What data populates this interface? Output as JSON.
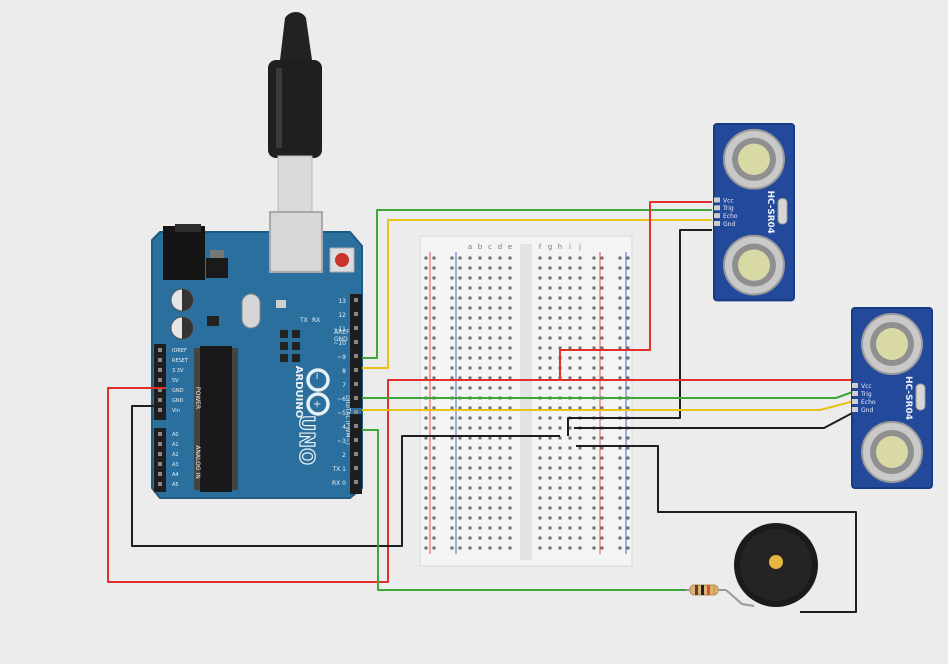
{
  "arduino": {
    "brand": "ARDUINO",
    "model": "UNO",
    "tx_label": "TX",
    "rx_label": "RX",
    "aref": "AREF",
    "gnd": "GND",
    "digital_label": "DIGITAL (PWM~)",
    "power_label": "POWER",
    "analog_label": "ANALOG IN",
    "power_pins": [
      "IOREF",
      "RESET",
      "3.3V",
      "5V",
      "GND",
      "GND",
      "Vin"
    ],
    "analog_pins": [
      "A0",
      "A1",
      "A2",
      "A3",
      "A4",
      "A5"
    ],
    "digital_pins": [
      "13",
      "12",
      "~11",
      "~10",
      "~9",
      "8",
      "7",
      "~6",
      "~5",
      "4",
      "~3",
      "2",
      "TX 1",
      "RX 0"
    ]
  },
  "sensors": [
    {
      "model": "HC-SR04",
      "pins": [
        "Vcc",
        "Trig",
        "Echo",
        "Gnd"
      ]
    },
    {
      "model": "HC-SR04",
      "pins": [
        "Vcc",
        "Trig",
        "Echo",
        "Gnd"
      ]
    }
  ],
  "breadboard": {
    "columns": [
      "a",
      "b",
      "c",
      "d",
      "e",
      "f",
      "g",
      "h",
      "i",
      "j"
    ]
  },
  "colors": {
    "background": "#ececec",
    "board": "#2a6f9d",
    "sensor": "#23499a",
    "wire_red": "#e0312b",
    "wire_green": "#3ea63a",
    "wire_yellow": "#e7c21a",
    "wire_black": "#1e1e1e"
  }
}
